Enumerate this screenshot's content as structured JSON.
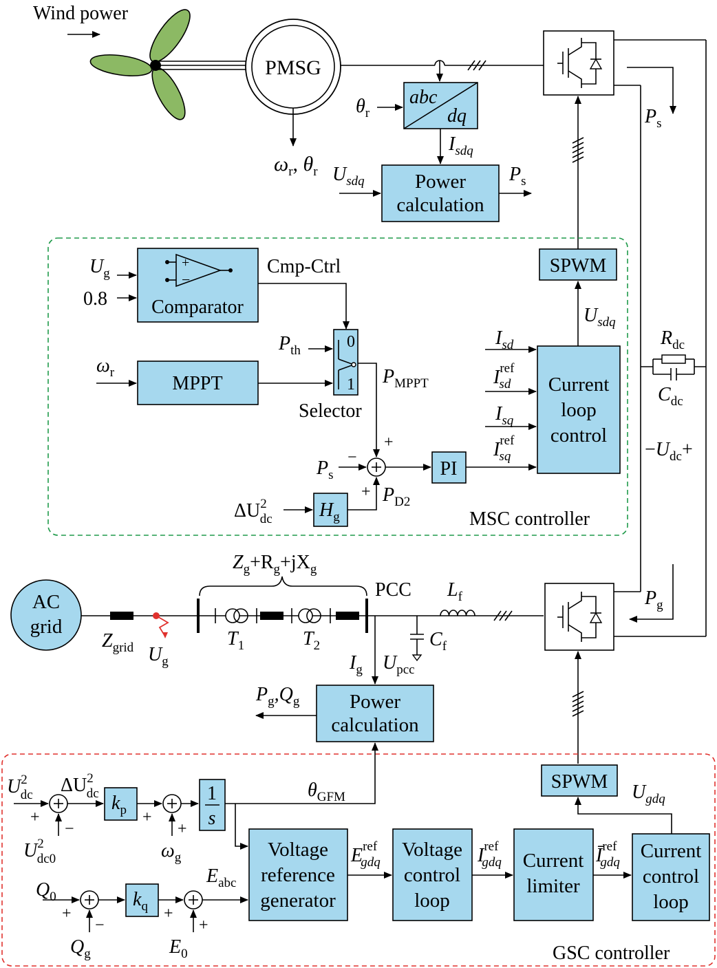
{
  "title": "",
  "wind_power": "Wind power",
  "pmsg": "PMSG",
  "abc": "abc",
  "dq": "dq",
  "theta_r_in": {
    "base": "θ",
    "sub": "r"
  },
  "wr_theta_out": {
    "w": "ω",
    "w_sub": "r",
    "sep": ", ",
    "t": "θ",
    "t_sub": "r"
  },
  "isdq_label": {
    "base": "I",
    "sub": "sdq"
  },
  "usdq_label": {
    "base": "U",
    "sub": "sdq"
  },
  "ps_label": {
    "base": "P",
    "sub": "s"
  },
  "power_calc_top": [
    "Power",
    "calculation"
  ],
  "msc_controller": "MSC controller",
  "gsc_controller": "GSC controller",
  "comparator": "Comparator",
  "ug_label": {
    "base": "U",
    "sub": "g"
  },
  "cmp_const": "0.8",
  "cmp_ctrl": "Cmp-Ctrl",
  "mppt": "MPPT",
  "wr_label": {
    "base": "ω",
    "sub": "r"
  },
  "pth_label": {
    "base": "P",
    "sub": "th"
  },
  "selector": "Selector",
  "selector_pos": [
    "0",
    "1"
  ],
  "pmppt_label": {
    "base": "P",
    "sub": "MPPT"
  },
  "pd2_label": {
    "base": "P",
    "sub": "D2"
  },
  "dudc2_label": {
    "pre": "ΔU",
    "sup": "2",
    "sub": "dc"
  },
  "hg_label": {
    "base": "H",
    "sub": "g"
  },
  "pi": "PI",
  "spwm": "SPWM",
  "current_loop_control": [
    "Current",
    "loop",
    "control"
  ],
  "isd": {
    "base": "I",
    "sub": "sd"
  },
  "isd_ref": {
    "base": "I",
    "sub": "sd",
    "sup": "ref"
  },
  "isq": {
    "base": "I",
    "sub": "sq"
  },
  "isq_ref": {
    "base": "I",
    "sub": "sq",
    "sup": "ref"
  },
  "rdc": {
    "base": "R",
    "sub": "dc"
  },
  "cdc": {
    "base": "C",
    "sub": "dc"
  },
  "udc_pol": {
    "minus": "−",
    "base": "U",
    "sub": "dc",
    "plus": "+"
  },
  "ac_grid": [
    "AC",
    "grid"
  ],
  "zgrid": {
    "base": "Z",
    "sub": "grid"
  },
  "ug_fault": {
    "base": "U",
    "sub": "g"
  },
  "line_imp": {
    "z": "Z",
    "z_sub": "g",
    "r": "+R",
    "r_sub": "g",
    "x": "+jX",
    "x_sub": "g"
  },
  "t1": {
    "base": "T",
    "sub": "1"
  },
  "t2": {
    "base": "T",
    "sub": "2"
  },
  "pcc": "PCC",
  "lf": {
    "base": "L",
    "sub": "f"
  },
  "cf": {
    "base": "C",
    "sub": "f"
  },
  "pg_label": {
    "base": "P",
    "sub": "g"
  },
  "ig_label": {
    "base": "I",
    "sub": "g"
  },
  "upcc_label": {
    "base": "U",
    "sub": "pcc"
  },
  "pgqg_label": {
    "p": "P",
    "p_sub": "g",
    "q": ",Q",
    "q_sub": "g"
  },
  "power_calc_bottom": [
    "Power",
    "calculation"
  ],
  "udc2": {
    "base": "U",
    "sup": "2",
    "sub": "dc"
  },
  "udc02": {
    "base": "U",
    "sup": "2",
    "sub": "dc0"
  },
  "dudc2_gsc": {
    "pre": "ΔU",
    "sup": "2",
    "sub": "dc"
  },
  "kp": {
    "base": "k",
    "sub": "p"
  },
  "kq": {
    "base": "k",
    "sub": "q"
  },
  "wg": {
    "base": "ω",
    "sub": "g"
  },
  "integrator": {
    "num": "1",
    "den": "s"
  },
  "theta_gfm": {
    "base": "θ",
    "sub": "GFM"
  },
  "q0": {
    "base": "Q",
    "sub": "0"
  },
  "qg": {
    "base": "Q",
    "sub": "g"
  },
  "e0": {
    "base": "E",
    "sub": "0"
  },
  "eabc": {
    "base": "E",
    "sub": "abc"
  },
  "vrg": [
    "Voltage",
    "reference",
    "generator"
  ],
  "egdq_ref": {
    "base": "E",
    "sub": "gdq",
    "sup": "ref"
  },
  "vcl": [
    "Voltage",
    "control",
    "loop"
  ],
  "igdq_ref": {
    "base": "I",
    "sub": "gdq",
    "sup": "ref"
  },
  "current_limiter": [
    "Current",
    "limiter"
  ],
  "igdq_bar_ref": {
    "base": "Ī",
    "sub": "gdq",
    "sup": "ref"
  },
  "ccl": [
    "Current",
    "control",
    "loop"
  ],
  "ugdq": {
    "base": "U",
    "sub": "gdq"
  },
  "sign_plus": "+",
  "sign_minus": "−",
  "colors": {
    "block": "#a6d8ee",
    "blade": "#8cb964",
    "msc_border": "#1f9a4a",
    "gsc_border": "#e0312d",
    "fault": "#e0312d"
  }
}
